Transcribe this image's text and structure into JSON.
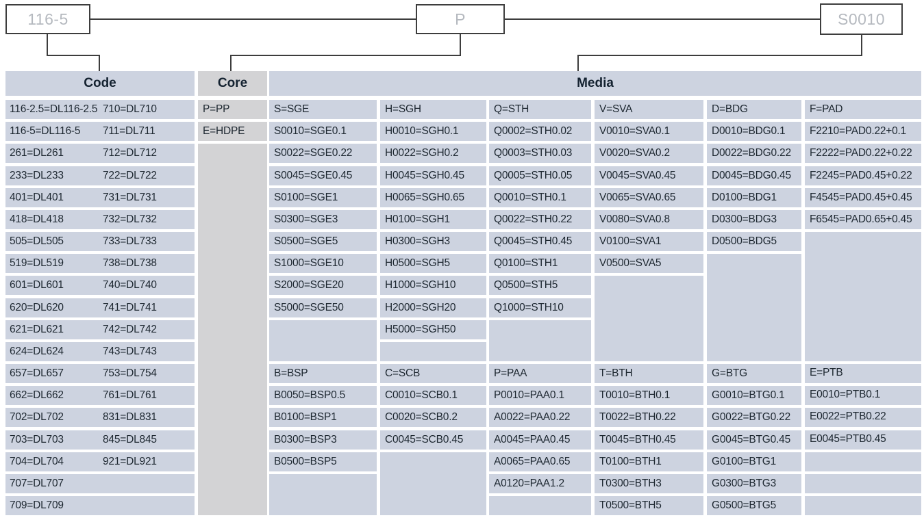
{
  "legend_boxes": {
    "code": "116-5",
    "core": "P",
    "media": "S0010"
  },
  "headers": {
    "code": "Code",
    "core": "Core",
    "media": "Media"
  },
  "code_rows": [
    [
      "116-2.5=DL116-2.5",
      "710=DL710"
    ],
    [
      "116-5=DL116-5",
      "711=DL711"
    ],
    [
      "261=DL261",
      "712=DL712"
    ],
    [
      "233=DL233",
      "722=DL722"
    ],
    [
      "401=DL401",
      "731=DL731"
    ],
    [
      "418=DL418",
      "732=DL732"
    ],
    [
      "505=DL505",
      "733=DL733"
    ],
    [
      "519=DL519",
      "738=DL738"
    ],
    [
      "601=DL601",
      "740=DL740"
    ],
    [
      "620=DL620",
      "741=DL741"
    ],
    [
      "621=DL621",
      "742=DL742"
    ],
    [
      "624=DL624",
      "743=DL743"
    ],
    [
      "657=DL657",
      "753=DL754"
    ],
    [
      "662=DL662",
      "761=DL761"
    ],
    [
      "702=DL702",
      "831=DL831"
    ],
    [
      "703=DL703",
      "845=DL845"
    ],
    [
      "704=DL704",
      "921=DL921"
    ],
    [
      "707=DL707",
      ""
    ],
    [
      "709=DL709",
      ""
    ]
  ],
  "core_cells": [
    "P=PP",
    "E=HDPE"
  ],
  "media_columns": [
    {
      "cells": [
        {
          "text": "S=SGE",
          "span": 1
        },
        {
          "text": "S0010=SGE0.1",
          "span": 1
        },
        {
          "text": "S0022=SGE0.22",
          "span": 1
        },
        {
          "text": "S0045=SGE0.45",
          "span": 1
        },
        {
          "text": "S0100=SGE1",
          "span": 1
        },
        {
          "text": "S0300=SGE3",
          "span": 1
        },
        {
          "text": "S0500=SGE5",
          "span": 1
        },
        {
          "text": "S1000=SGE10",
          "span": 1
        },
        {
          "text": "S2000=SGE20",
          "span": 1
        },
        {
          "text": "S5000=SGE50",
          "span": 1
        },
        {
          "text": "",
          "span": 2
        },
        {
          "text": "B=BSP",
          "span": 1
        },
        {
          "text": "B0050=BSP0.5",
          "span": 1
        },
        {
          "text": "B0100=BSP1",
          "span": 1
        },
        {
          "text": "B0300=BSP3",
          "span": 1
        },
        {
          "text": "B0500=BSP5",
          "span": 1
        },
        {
          "text": "",
          "span": 2
        }
      ]
    },
    {
      "cells": [
        {
          "text": "H=SGH",
          "span": 1
        },
        {
          "text": "H0010=SGH0.1",
          "span": 1
        },
        {
          "text": "H0022=SGH0.2",
          "span": 1
        },
        {
          "text": "H0045=SGH0.45",
          "span": 1
        },
        {
          "text": "H0065=SGH0.65",
          "span": 1
        },
        {
          "text": "H0100=SGH1",
          "span": 1
        },
        {
          "text": "H0300=SGH3",
          "span": 1
        },
        {
          "text": "H0500=SGH5",
          "span": 1
        },
        {
          "text": "H1000=SGH10",
          "span": 1
        },
        {
          "text": "H2000=SGH20",
          "span": 1
        },
        {
          "text": "H5000=SGH50",
          "span": 1
        },
        {
          "text": "",
          "span": 1
        },
        {
          "text": "C=SCB",
          "span": 1
        },
        {
          "text": "C0010=SCB0.1",
          "span": 1
        },
        {
          "text": "C0020=SCB0.2",
          "span": 1
        },
        {
          "text": "C0045=SCB0.45",
          "span": 1
        },
        {
          "text": "",
          "span": 3
        }
      ]
    },
    {
      "cells": [
        {
          "text": "Q=STH",
          "span": 1
        },
        {
          "text": "Q0002=STH0.02",
          "span": 1
        },
        {
          "text": "Q0003=STH0.03",
          "span": 1
        },
        {
          "text": "Q0005=STH0.05",
          "span": 1
        },
        {
          "text": "Q0010=STH0.1",
          "span": 1
        },
        {
          "text": "Q0022=STH0.22",
          "span": 1
        },
        {
          "text": "Q0045=STH0.45",
          "span": 1
        },
        {
          "text": "Q0100=STH1",
          "span": 1
        },
        {
          "text": "Q0500=STH5",
          "span": 1
        },
        {
          "text": "Q1000=STH10",
          "span": 1
        },
        {
          "text": "",
          "span": 2
        },
        {
          "text": "P=PAA",
          "span": 1
        },
        {
          "text": "P0010=PAA0.1",
          "span": 1
        },
        {
          "text": "A0022=PAA0.22",
          "span": 1
        },
        {
          "text": "A0045=PAA0.45",
          "span": 1
        },
        {
          "text": "A0065=PAA0.65",
          "span": 1
        },
        {
          "text": "A0120=PAA1.2",
          "span": 1
        },
        {
          "text": "",
          "span": 1
        }
      ]
    },
    {
      "cells": [
        {
          "text": "V=SVA",
          "span": 1
        },
        {
          "text": "V0010=SVA0.1",
          "span": 1
        },
        {
          "text": "V0020=SVA0.2",
          "span": 1
        },
        {
          "text": "V0045=SVA0.45",
          "span": 1
        },
        {
          "text": "V0065=SVA0.65",
          "span": 1
        },
        {
          "text": "V0080=SVA0.8",
          "span": 1
        },
        {
          "text": "V0100=SVA1",
          "span": 1
        },
        {
          "text": "V0500=SVA5",
          "span": 1
        },
        {
          "text": "",
          "span": 4
        },
        {
          "text": "T=BTH",
          "span": 1
        },
        {
          "text": "T0010=BTH0.1",
          "span": 1
        },
        {
          "text": "T0022=BTH0.22",
          "span": 1
        },
        {
          "text": "T0045=BTH0.45",
          "span": 1
        },
        {
          "text": "T0100=BTH1",
          "span": 1
        },
        {
          "text": "T0300=BTH3",
          "span": 1
        },
        {
          "text": "T0500=BTH5",
          "span": 1
        }
      ]
    },
    {
      "cells": [
        {
          "text": "D=BDG",
          "span": 1
        },
        {
          "text": "D0010=BDG0.1",
          "span": 1
        },
        {
          "text": "D0022=BDG0.22",
          "span": 1
        },
        {
          "text": "D0045=BDG0.45",
          "span": 1
        },
        {
          "text": "D0100=BDG1",
          "span": 1
        },
        {
          "text": "D0300=BDG3",
          "span": 1
        },
        {
          "text": "D0500=BDG5",
          "span": 1
        },
        {
          "text": "",
          "span": 5
        },
        {
          "text": "G=BTG",
          "span": 1
        },
        {
          "text": "G0010=BTG0.1",
          "span": 1
        },
        {
          "text": "G0022=BTG0.22",
          "span": 1
        },
        {
          "text": "G0045=BTG0.45",
          "span": 1
        },
        {
          "text": "G0100=BTG1",
          "span": 1
        },
        {
          "text": "G0300=BTG3",
          "span": 1
        },
        {
          "text": "G0500=BTG5",
          "span": 1
        }
      ]
    },
    {
      "cells": [
        {
          "text": "F=PAD",
          "span": 1
        },
        {
          "text": "F2210=PAD0.22+0.1",
          "span": 1
        },
        {
          "text": "F2222=PAD0.22+0.22",
          "span": 1
        },
        {
          "text": "F2245=PAD0.45+0.22",
          "span": 1
        },
        {
          "text": "F4545=PAD0.45+0.45",
          "span": 1
        },
        {
          "text": "F6545=PAD0.65+0.45",
          "span": 1
        },
        {
          "text": "",
          "span": 6
        },
        {
          "text": "E=PTB",
          "span": 1
        },
        {
          "text": "E0010=PTB0.1",
          "span": 1
        },
        {
          "text": "E0022=PTB0.22",
          "span": 1
        },
        {
          "text": "E0045=PTB0.45",
          "span": 1
        },
        {
          "text": "",
          "span": 1
        },
        {
          "text": "",
          "span": 1
        },
        {
          "text": "",
          "span": 1
        }
      ]
    }
  ],
  "colors": {
    "cell_blue": "#cdd3e0",
    "core_gray": "#d3d3d5",
    "text_dark": "#1d2730",
    "box_text_gray": "#b5b9bf",
    "line_dark": "#3d3d3d"
  }
}
